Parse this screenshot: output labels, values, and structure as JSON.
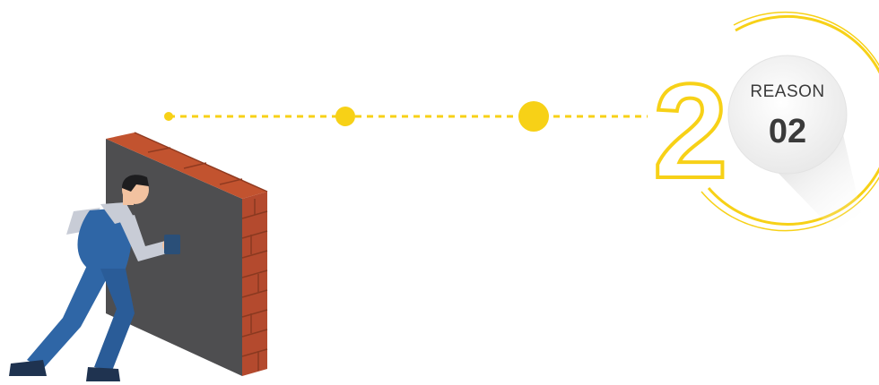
{
  "badge": {
    "label": "REASON",
    "number": "02",
    "big_numeral": "2"
  },
  "colors": {
    "accent_yellow": "#f7d117",
    "wall_face": "#4e4e50",
    "brick_red": "#b44a2e",
    "overalls_blue": "#2f66a6",
    "shirt_grey": "#c8ccd6",
    "badge_text": "#3a3a3a"
  },
  "icons": [
    "worker-illustration",
    "brick-wall",
    "plaster-trowel",
    "dotted-progress-line"
  ]
}
